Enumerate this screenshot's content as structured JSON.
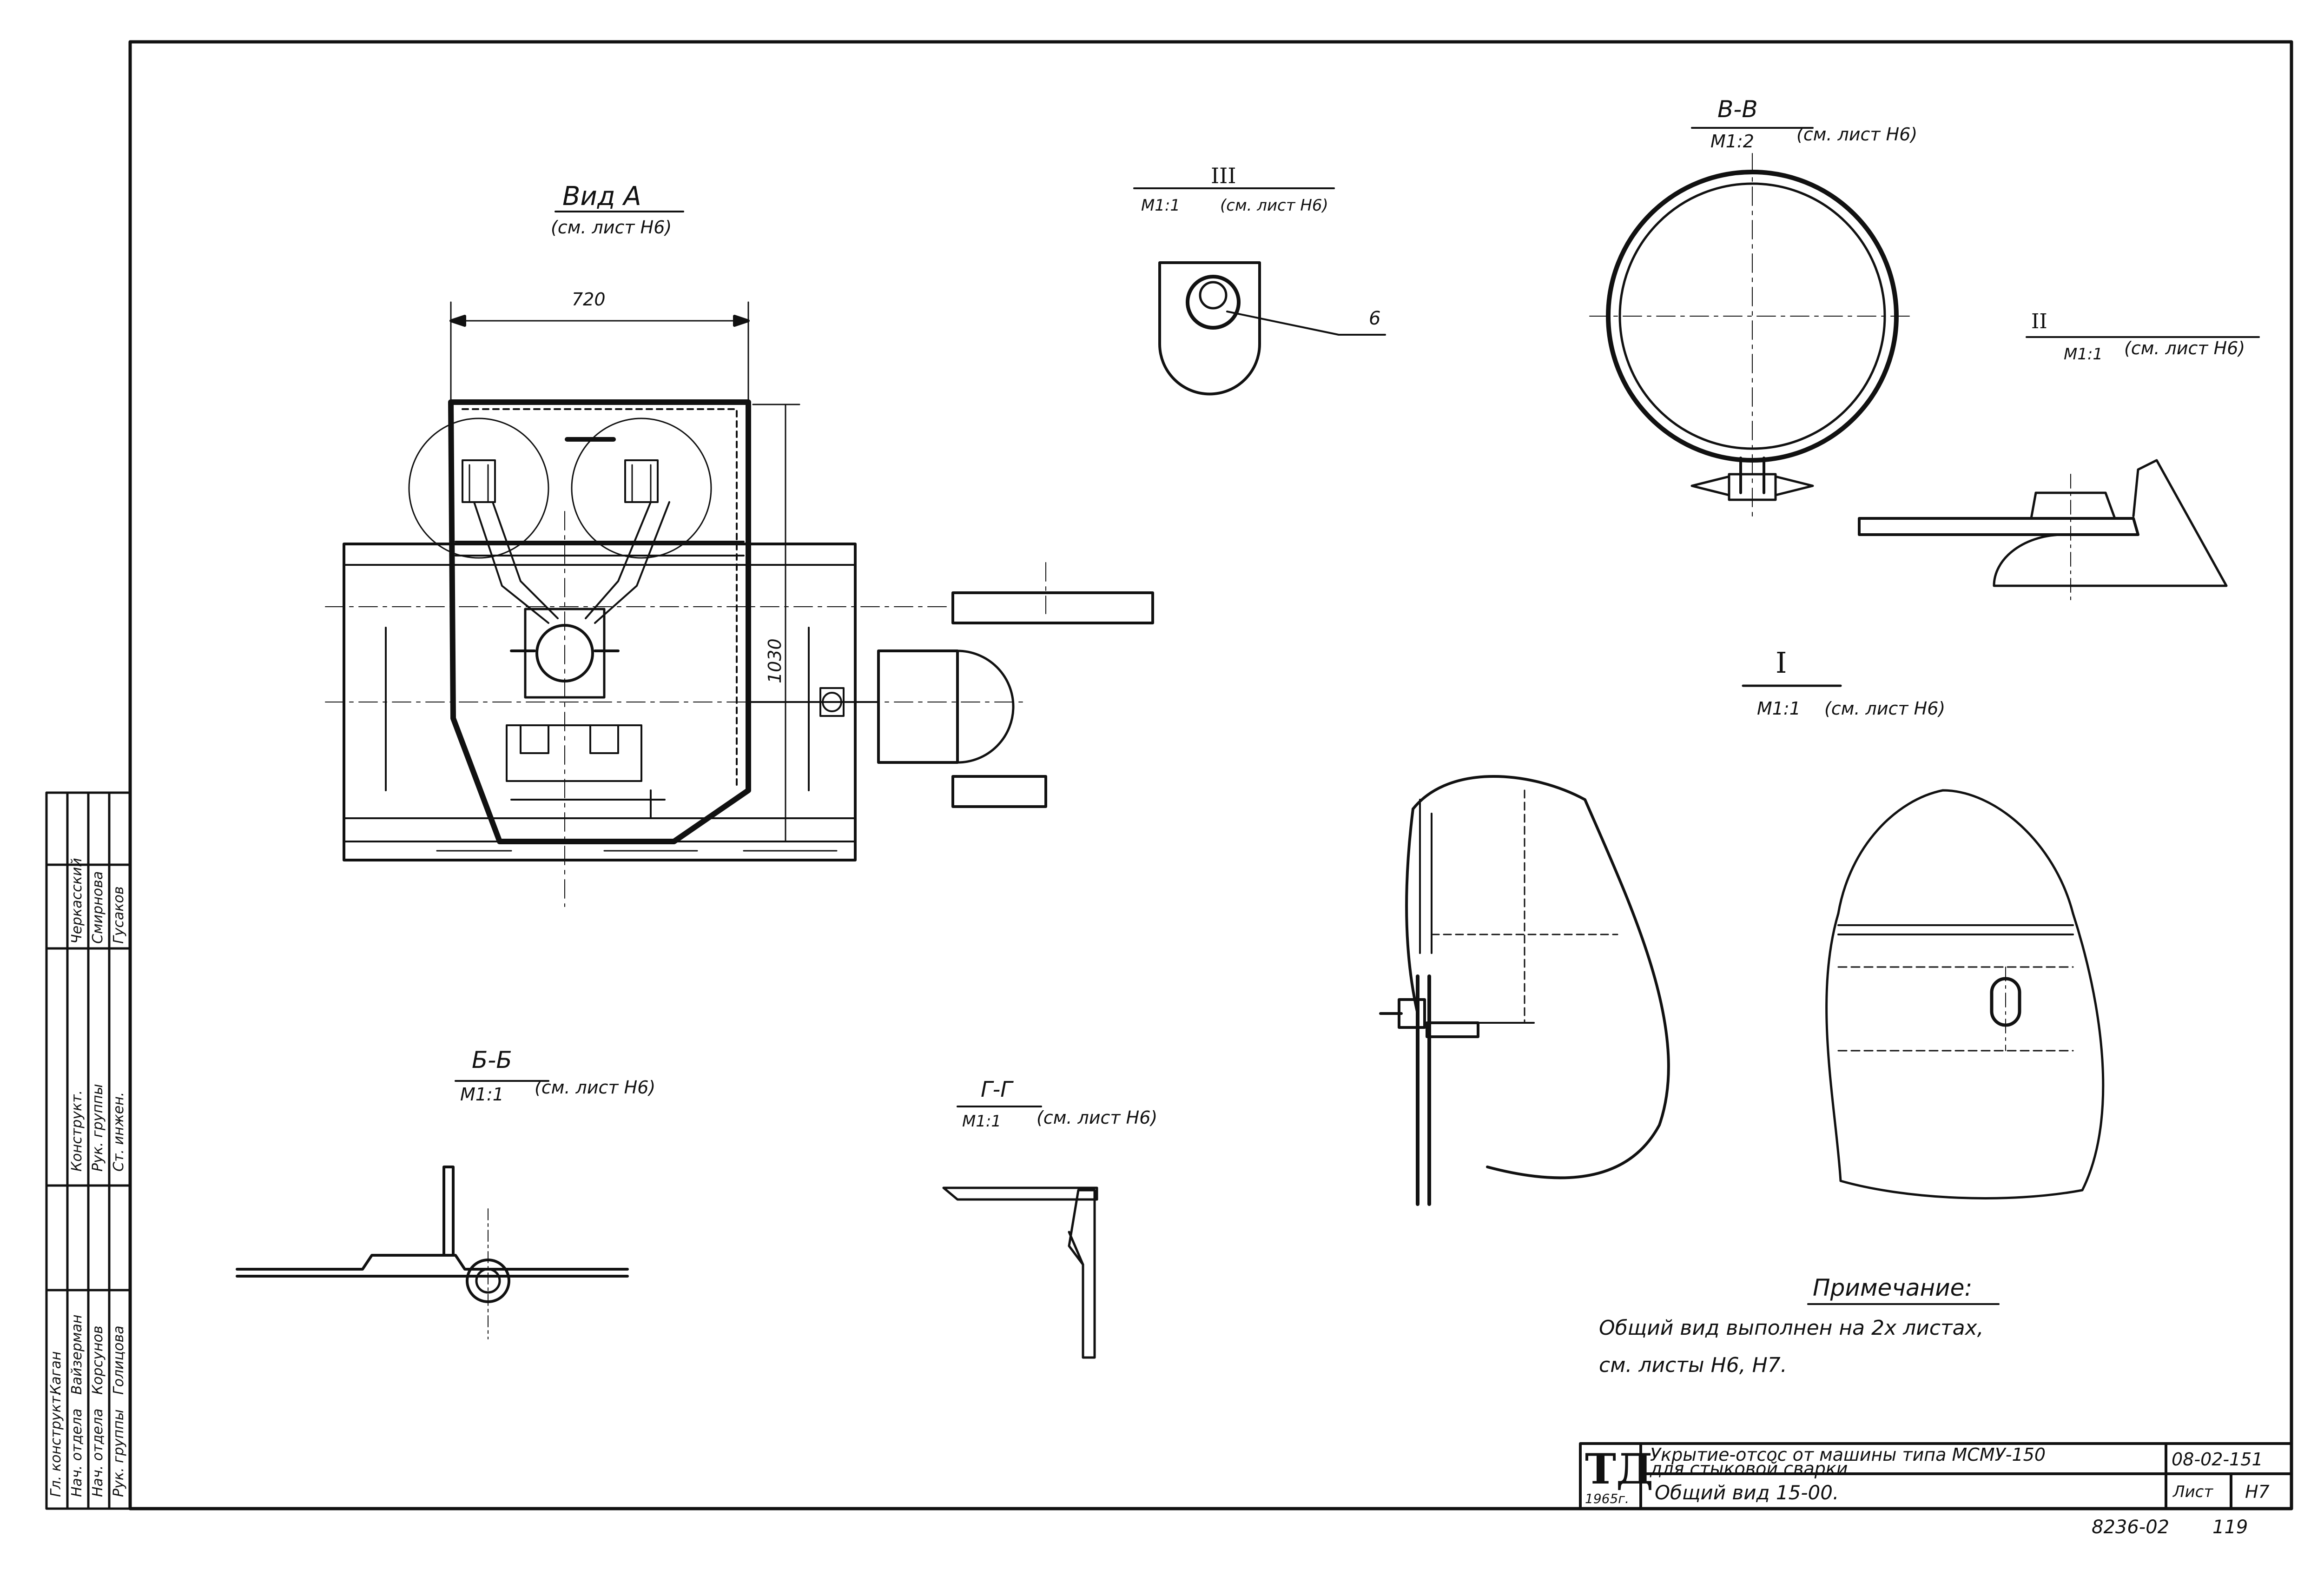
{
  "views": {
    "vid_a": {
      "title": "Вид А",
      "ref": "(см. лист Н6)",
      "dim_width": "720",
      "dim_height": "1030"
    },
    "detail_3": {
      "title": "III",
      "scale": "М1:1",
      "ref": "(см. лист Н6)",
      "callout": "6"
    },
    "section_vv": {
      "title": "В-В",
      "scale": "М1:2",
      "ref": "(см. лист Н6)"
    },
    "detail_2": {
      "title": "II",
      "scale": "М1:1",
      "ref": "(см. лист Н6)"
    },
    "detail_1": {
      "title": "I",
      "scale": "М1:1",
      "ref": "(см. лист Н6)"
    },
    "section_bb": {
      "title": "Б-Б",
      "scale": "М1:1",
      "ref": "(см. лист Н6)"
    },
    "section_gg": {
      "title": "Г-Г",
      "scale": "М1:1",
      "ref": "(см. лист Н6)"
    }
  },
  "note": {
    "heading": "Примечание:",
    "line1": "Общий вид выполнен на 2х листах,",
    "line2": "см. листы Н6, Н7."
  },
  "title_block": {
    "logo": "ТД",
    "year": "1965г.",
    "title_line1": "Укрытие-отсос от машины типа МСМУ-150",
    "title_line2": "для стыковой сварки.",
    "subtitle": "Общий вид 15-00.",
    "code": "08-02-151",
    "sheet_label": "Лист",
    "sheet_no": "Н7"
  },
  "archive": {
    "number": "8236-02",
    "page": "119"
  },
  "signatures": {
    "col1": [
      "Гл. конструкт.",
      "Нач. отдела",
      "Нач. отдела",
      "Рук. группы"
    ],
    "col2": [
      "Каган",
      "Вайзерман",
      "Корсунов",
      "Голицова"
    ],
    "col3": [
      "Конструкт.",
      "Рук. группы",
      "Ст. инжен."
    ],
    "col4": [
      "Черкасский",
      "Смирнова",
      "Гусаков"
    ]
  }
}
